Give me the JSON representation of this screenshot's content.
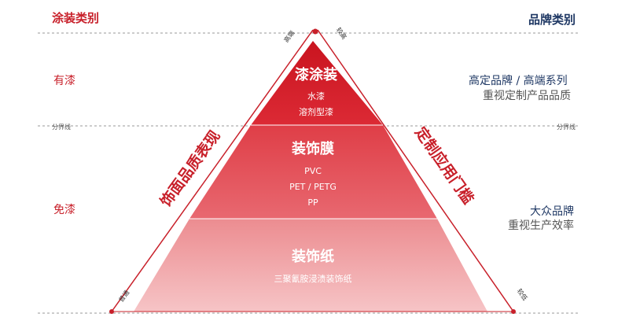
{
  "header": {
    "left": "涂装类别",
    "right": "品牌类别"
  },
  "coating_categories": {
    "with_paint": "有漆",
    "paint_free": "免漆"
  },
  "divider_label": "分界线",
  "pyramid": {
    "top": {
      "title": "漆涂装",
      "items": [
        "水漆",
        "溶剂型漆"
      ]
    },
    "middle": {
      "title": "装饰膜",
      "items": [
        "PVC",
        "PET / PETG",
        "PP"
      ]
    },
    "bottom": {
      "title": "装饰纸",
      "items": [
        "三聚氰胺浸渍装饰纸"
      ]
    }
  },
  "left_axis": {
    "label": "饰面品质表现",
    "top_tag": "高端",
    "bottom_tag": "普通"
  },
  "right_axis": {
    "label": "定制应用门槛",
    "top_tag": "较高",
    "bottom_tag": "较低"
  },
  "brands": {
    "premium": {
      "title": "高定品牌 / 高端系列",
      "subtitle": "重视定制产品品质"
    },
    "mass": {
      "title": "大众品牌",
      "subtitle": "重视生产效率"
    }
  },
  "colors": {
    "top_tier": "#d51f2b",
    "middle_tier": "#e2474f",
    "bottom_tier": "#f0a2a5",
    "accent_red": "#c8202a",
    "navy": "#1f3864"
  }
}
